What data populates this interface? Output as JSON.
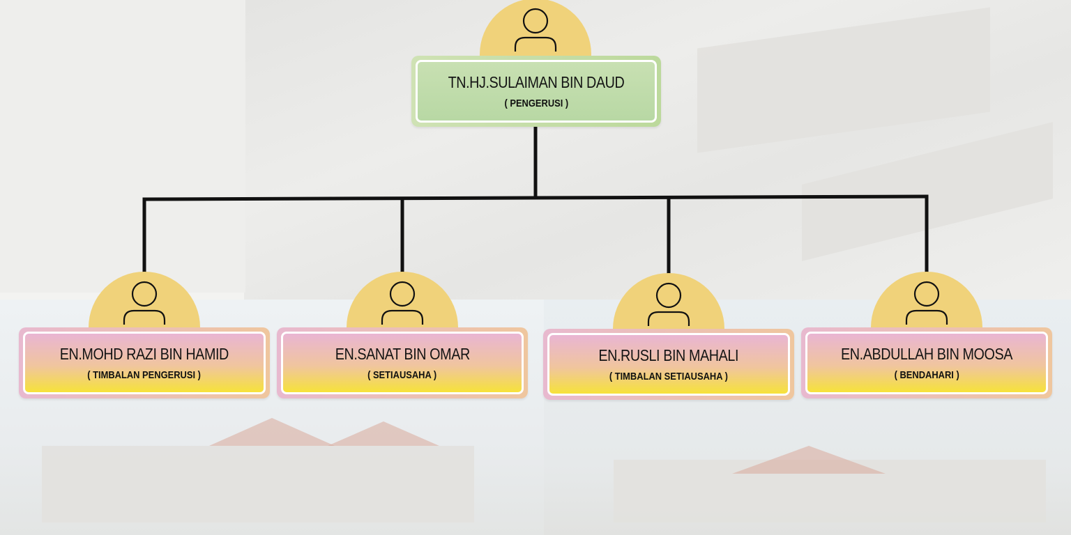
{
  "chair": {
    "name": "TN.HJ.SULAIMAN BIN DAUD",
    "role": "( PENGERUSI )"
  },
  "members": [
    {
      "name": "EN.MOHD RAZI BIN HAMID",
      "role": "( TIMBALAN PENGERUSI )"
    },
    {
      "name": "EN.SANAT BIN OMAR",
      "role": "( SETIAUSAHA )"
    },
    {
      "name": "EN.RUSLI BIN MAHALI",
      "role": "( TIMBALAN SETIAUSAHA )"
    },
    {
      "name": "EN.ABDULLAH BIN MOOSA",
      "role": "( BENDAHARI )"
    }
  ],
  "colors": {
    "avatar": "#f0d27a",
    "chair_card": "#c8e0b2",
    "member_card_top": "#e9b5d3",
    "member_card_bottom": "#f6e23a",
    "connector": "#111111"
  },
  "icons": {
    "avatar": "person-outline-icon"
  }
}
